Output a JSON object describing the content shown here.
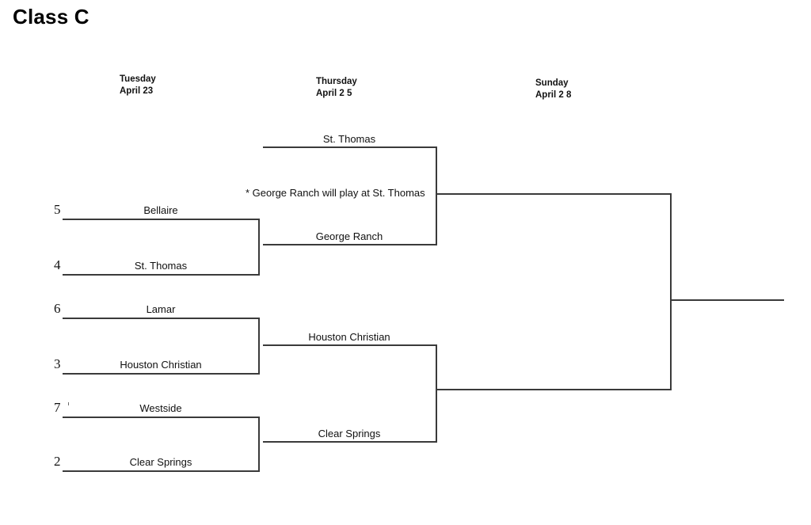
{
  "title": "Class C",
  "rounds": [
    {
      "id": "round-1",
      "day": "Tuesday",
      "date": "April 23"
    },
    {
      "id": "round-2",
      "day": "Thursday",
      "date": "April 2 5"
    },
    {
      "id": "round-3",
      "day": "Sunday",
      "date": "April 2 8"
    }
  ],
  "round1": {
    "matches": [
      {
        "id": "match-1",
        "top": {
          "seed": "5",
          "team": "Bellaire"
        },
        "bottom": {
          "seed": "4",
          "team": "St. Thomas"
        }
      },
      {
        "id": "match-2",
        "top": {
          "seed": "6",
          "team": "Lamar"
        },
        "bottom": {
          "seed": "3",
          "team": "Houston Christian"
        }
      },
      {
        "id": "match-3",
        "top": {
          "seed": "7",
          "team": "Westside"
        },
        "bottom": {
          "seed": "2",
          "team": "Clear Springs"
        }
      }
    ]
  },
  "round2": {
    "matches": [
      {
        "id": "semifinal-1",
        "top": {
          "team": "St. Thomas"
        },
        "bottom": {
          "team": "George Ranch"
        },
        "note": "* George Ranch will play at St. Thomas"
      },
      {
        "id": "semifinal-2",
        "top": {
          "team": "Houston Christian"
        },
        "bottom": {
          "team": "Clear Springs"
        }
      }
    ]
  },
  "round3": {
    "final": {
      "team": ""
    }
  },
  "colors": {
    "line": "#3a3a3a",
    "text": "#111111",
    "background": "#ffffff"
  }
}
